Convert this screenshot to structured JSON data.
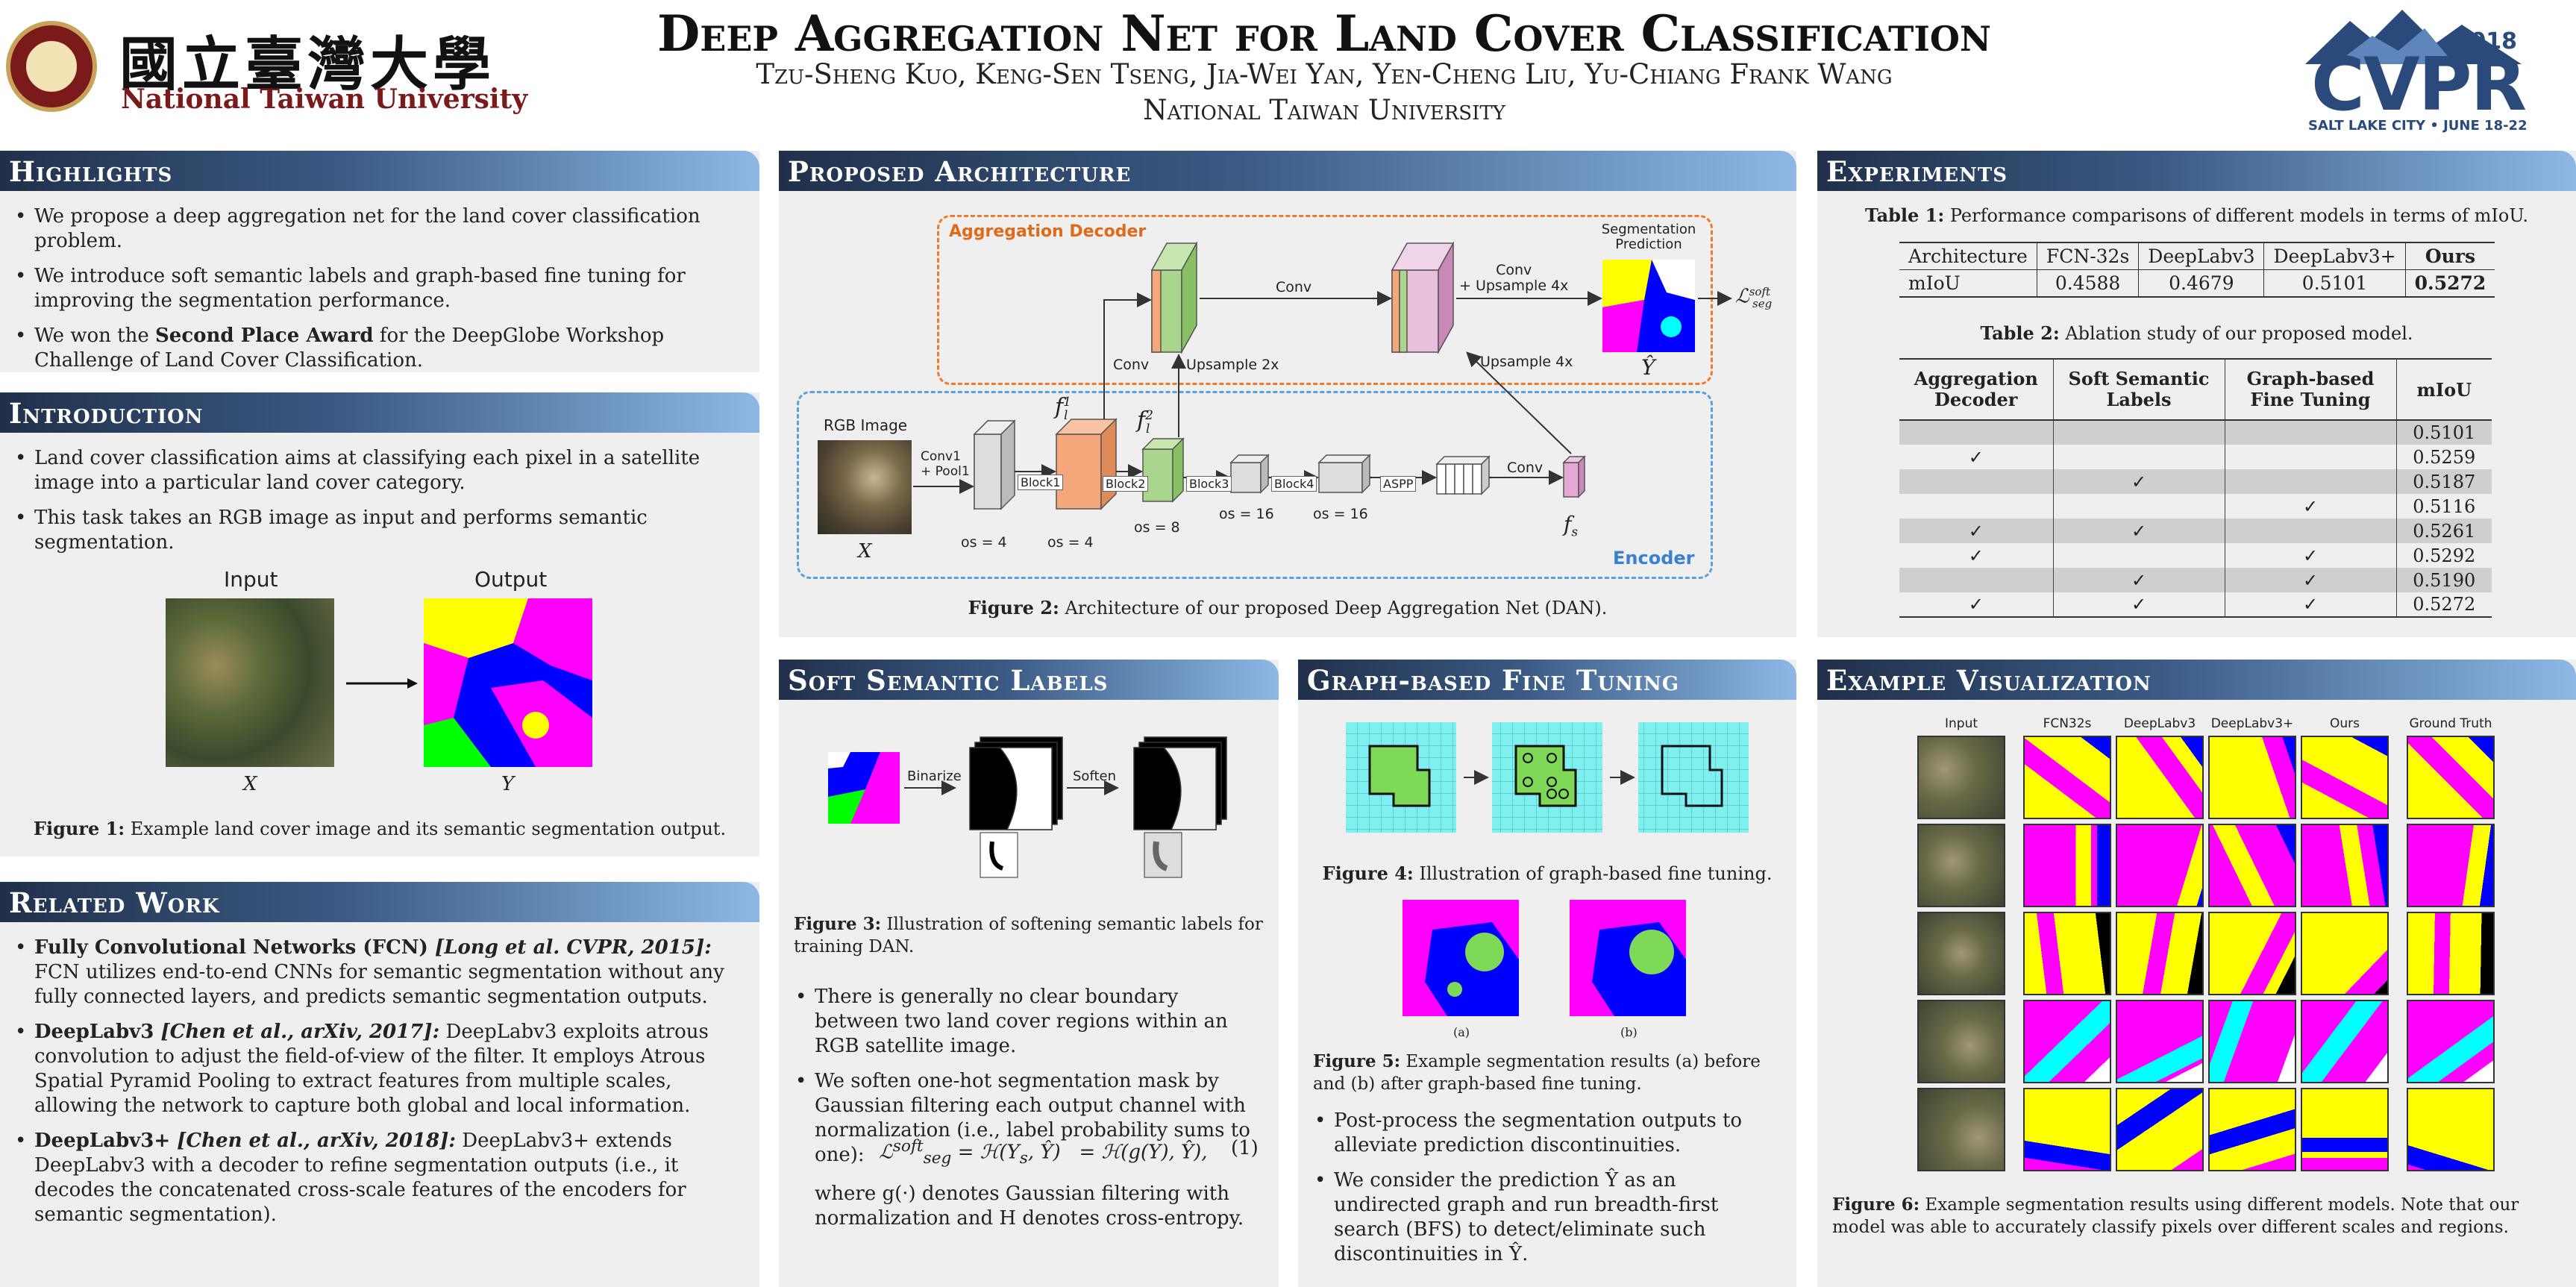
{
  "header": {
    "title": "Deep Aggregation Net for Land Cover Classification",
    "authors": "Tzu-Sheng Kuo, Keng-Sen Tseng, Jia-Wei Yan, Yen-Cheng Liu, Yu-Chiang Frank Wang",
    "affiliation": "National Taiwan University",
    "ntu_logo_text": "國立臺灣大學",
    "ntu_name": "National Taiwan University",
    "cvpr_year": "2018",
    "cvpr_name": "CVPR",
    "cvpr_place": "SALT LAKE CITY • JUNE 18-22"
  },
  "highlights": {
    "title": "Highlights",
    "items": [
      "We propose a deep aggregation net for the land cover classification problem.",
      "We introduce soft semantic labels and graph-based fine tuning for improving the segmentation performance."
    ],
    "award_pre": "We won the ",
    "award_bold": "Second Place Award",
    "award_post": " for the DeepGlobe Workshop Challenge of Land Cover Classification."
  },
  "introduction": {
    "title": "Introduction",
    "items": [
      "Land cover classification aims at classifying each pixel in a satellite image into a particular land cover category.",
      "This task takes an RGB image as input and performs semantic segmentation."
    ],
    "fig_input": "Input",
    "fig_output": "Output",
    "fig_x": "X",
    "fig_y": "Y",
    "caption_label": "Figure 1:",
    "caption_text": " Example land cover image and its semantic segmentation output."
  },
  "related": {
    "title": "Related Work",
    "items": [
      {
        "bold": "Fully Convolutional Networks (FCN)",
        "cite": " [Long et al. CVPR, 2015]:",
        "text": " FCN utilizes end-to-end CNNs for semantic segmentation without any fully connected layers, and predicts semantic segmentation outputs."
      },
      {
        "bold": "DeepLabv3",
        "cite": " [Chen et al., arXiv, 2017]:",
        "text": " DeepLabv3 exploits atrous convolution to adjust the field-of-view of the filter. It employs Atrous Spatial Pyramid Pooling to extract features from multiple scales, allowing the network to capture both global and local information."
      },
      {
        "bold": "DeepLabv3+",
        "cite": " [Chen et al., arXiv, 2018]:",
        "text": " DeepLabv3+ extends DeepLabv3 with a decoder to refine segmentation outputs (i.e., it decodes the concatenated cross-scale features of the encoders for semantic segmentation)."
      }
    ]
  },
  "architecture": {
    "title": "Proposed Architecture",
    "decoder_label": "Aggregation Decoder",
    "encoder_label": "Encoder",
    "rgb_label": "RGB Image",
    "x_label": "X",
    "conv1": "Conv1",
    "pool1": "+ Pool1",
    "block1": "Block1",
    "block2": "Block2",
    "block3": "Block3",
    "block4": "Block4",
    "aspp": "ASPP",
    "conv": "Conv",
    "conv_up_a": "Conv",
    "conv_up_b": "+ Upsample 4x",
    "upsample2": "Upsample 2x",
    "upsample4": "Upsample 4x",
    "seg_pred_a": "Segmentation",
    "seg_pred_b": "Prediction",
    "yhat": "Ŷ",
    "loss": "ℒ",
    "loss_sub": "seg",
    "loss_sup": "soft",
    "f1": "f",
    "f1_sub": "l",
    "f1_sup": "1",
    "f2": "f",
    "f2_sub": "l",
    "f2_sup": "2",
    "fs": "f",
    "fs_sub": "s",
    "os4a": "os = 4",
    "os4b": "os = 4",
    "os8": "os = 8",
    "os16a": "os = 16",
    "os16b": "os = 16",
    "caption_label": "Figure 2:",
    "caption_text": " Architecture of our proposed Deep Aggregation Net (DAN)."
  },
  "soft": {
    "title": "Soft Semantic Labels",
    "binarize": "Binarize",
    "soften": "Soften",
    "caption_label": "Figure 3:",
    "caption_text": " Illustration of softening semantic labels for training DAN.",
    "items": [
      "There is generally no clear boundary between two land cover regions within an RGB satellite image.",
      "We soften one-hot segmentation mask by Gaussian filtering each output channel with normalization (i.e., label probability sums to one):"
    ],
    "eq": "ℒ<sup>soft</sup><sub>seg</sub> = ℋ(Y<sub>s</sub>, Ŷ) &nbsp;&nbsp;= ℋ(g(Y), Ŷ),",
    "eq_num": "(1)",
    "where_text": "where g(·) denotes Gaussian filtering with normalization and H denotes cross-entropy."
  },
  "graph": {
    "title": "Graph-based Fine Tuning",
    "fig4_label": "Figure 4:",
    "fig4_text": " Illustration of graph-based fine tuning.",
    "sub_a": "(a)",
    "sub_b": "(b)",
    "fig5_label": "Figure 5:",
    "fig5_text": " Example segmentation results (a) before and (b) after graph-based fine tuning.",
    "items": [
      "Post-process the segmentation outputs to alleviate prediction discontinuities.",
      "We consider the prediction Ŷ as an undirected graph and run breadth-first search (BFS) to detect/eliminate such discontinuities in Ŷ."
    ]
  },
  "experiments": {
    "title": "Experiments",
    "table1_label": "Table 1:",
    "table1_text": " Performance comparisons of different models in terms of mIoU.",
    "table1_headers": [
      "Architecture",
      "FCN-32s",
      "DeepLabv3",
      "DeepLabv3+",
      "Ours"
    ],
    "table1_row": [
      "mIoU",
      "0.4588",
      "0.4679",
      "0.5101",
      "0.5272"
    ],
    "table2_label": "Table 2:",
    "table2_text": " Ablation study of our proposed model.",
    "table2_headers": [
      "Aggregation Decoder",
      "Soft Semantic Labels",
      "Graph-based Fine Tuning",
      "mIoU"
    ],
    "table2_rows": [
      [
        "",
        "",
        "",
        "0.5101"
      ],
      [
        "✓",
        "",
        "",
        "0.5259"
      ],
      [
        "",
        "✓",
        "",
        "0.5187"
      ],
      [
        "",
        "",
        "✓",
        "0.5116"
      ],
      [
        "✓",
        "✓",
        "",
        "0.5261"
      ],
      [
        "✓",
        "",
        "✓",
        "0.5292"
      ],
      [
        "",
        "✓",
        "✓",
        "0.5190"
      ],
      [
        "✓",
        "✓",
        "✓",
        "0.5272"
      ]
    ]
  },
  "visualization": {
    "title": "Example Visualization",
    "columns": [
      "Input",
      "FCN32s",
      "DeepLabv3",
      "DeepLabv3+",
      "Ours",
      "Ground Truth"
    ],
    "caption_label": "Figure 6:",
    "caption_text": " Example segmentation results using different models. Note that our model was able to accurately classify pixels over different scales and regions."
  },
  "colors": {
    "urban": "#00ffff",
    "agriculture": "#ffff00",
    "rangeland": "#ff00ff",
    "forest": "#00ff00",
    "water": "#0000ff",
    "barren": "#ffffff",
    "unknown": "#000000",
    "decoder_box": "#f07a28",
    "encoder_box": "#5aa0e0",
    "header_dark": "#20304a",
    "header_light": "#8db8e6"
  }
}
